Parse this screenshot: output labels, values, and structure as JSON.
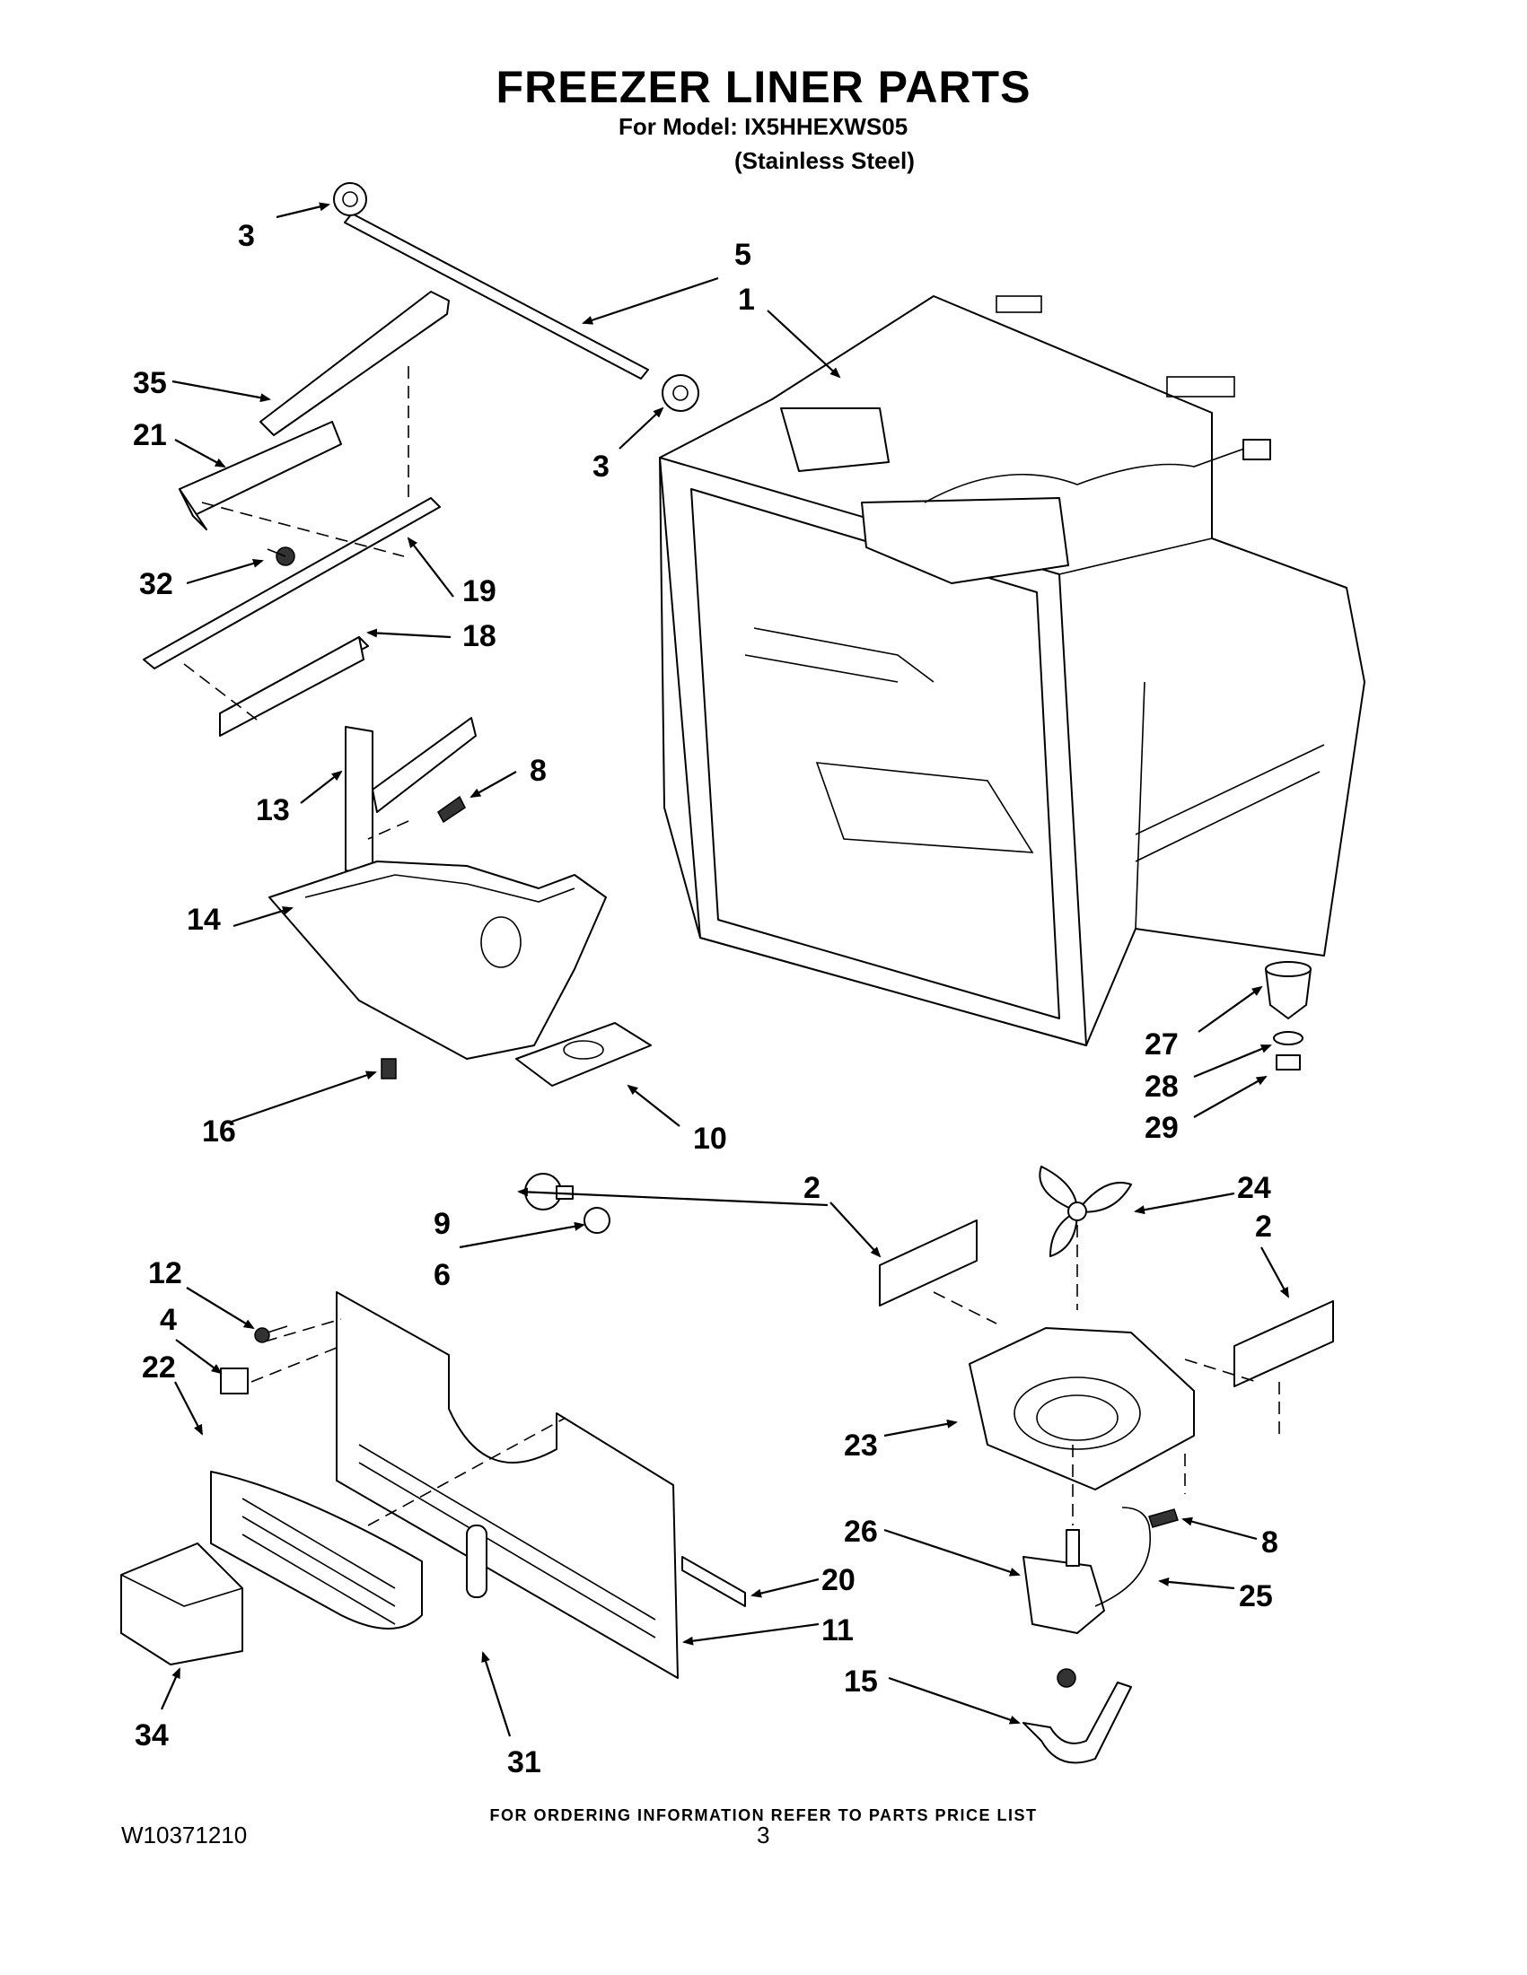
{
  "header": {
    "title": "FREEZER LINER PARTS",
    "model_line": "For Model: IX5HHEXWS05",
    "variant_line": "(Stainless Steel)"
  },
  "callouts": {
    "c1": "1",
    "c2a": "2",
    "c2b": "2",
    "c3a": "3",
    "c3b": "3",
    "c4": "4",
    "c5": "5",
    "c6": "6",
    "c8a": "8",
    "c8b": "8",
    "c9": "9",
    "c10": "10",
    "c11": "11",
    "c12": "12",
    "c13": "13",
    "c14": "14",
    "c15": "15",
    "c16": "16",
    "c18": "18",
    "c19": "19",
    "c20": "20",
    "c21": "21",
    "c22": "22",
    "c23": "23",
    "c24": "24",
    "c25": "25",
    "c26": "26",
    "c27": "27",
    "c28": "28",
    "c29": "29",
    "c31": "31",
    "c32": "32",
    "c34": "34",
    "c35": "35"
  },
  "footer": {
    "note": "FOR ORDERING INFORMATION REFER TO PARTS PRICE LIST",
    "doc_number": "W10371210",
    "page_number": "3"
  }
}
